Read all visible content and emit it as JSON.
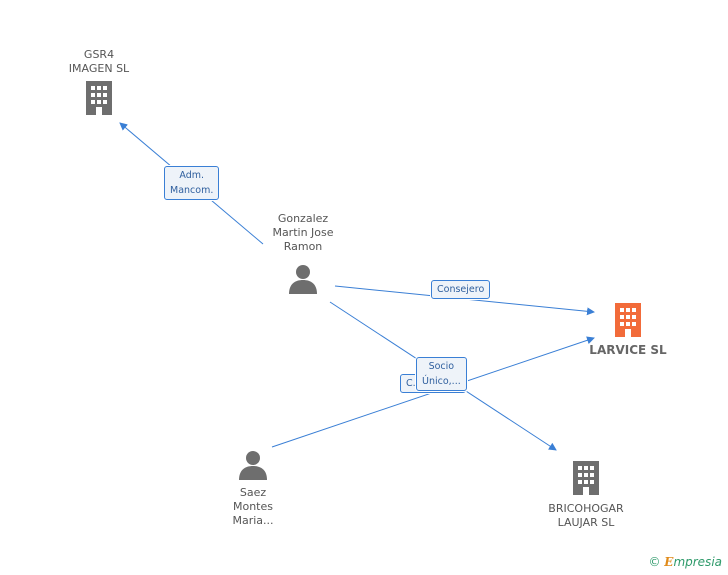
{
  "nodes": {
    "gsr4": {
      "label": [
        "GSR4",
        "IMAGEN SL"
      ],
      "type": "company",
      "color": "#6e6e6e"
    },
    "gonzalez": {
      "label": [
        "Gonzalez",
        "Martin Jose",
        "Ramon"
      ],
      "type": "person",
      "color": "#6e6e6e"
    },
    "larvice": {
      "label": [
        "LARVICE SL"
      ],
      "type": "company",
      "color": "#f26b3a"
    },
    "saez": {
      "label": [
        "Saez",
        "Montes",
        "Maria..."
      ],
      "type": "person",
      "color": "#6e6e6e"
    },
    "bricohogar": {
      "label": [
        "BRICOHOGAR",
        "LAUJAR SL"
      ],
      "type": "company",
      "color": "#6e6e6e"
    }
  },
  "relations": {
    "adm": [
      "Adm.",
      "Mancom."
    ],
    "consejero": [
      "Consejero"
    ],
    "socio_back": [
      "C..."
    ],
    "socio": [
      "Socio",
      "Único,..."
    ]
  },
  "colors": {
    "edge": "#3a7fd5",
    "company_main": "#f26b3a",
    "company": "#6e6e6e",
    "person": "#6e6e6e"
  },
  "brand": {
    "copyright": "©",
    "initial": "E",
    "word": "mpresia"
  },
  "icons": {
    "company": "building-icon",
    "person": "person-icon"
  }
}
